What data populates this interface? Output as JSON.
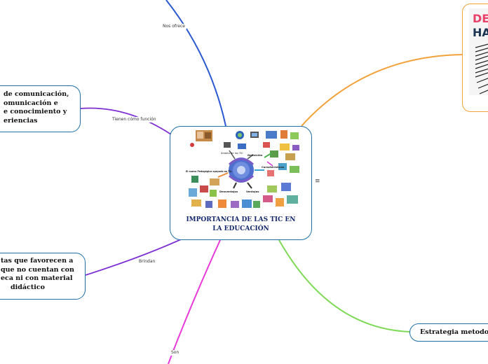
{
  "central": {
    "title_line1": "IMPORTANCIA DE LAS TIC EN",
    "title_line2": "LA EDUCACIÓN",
    "image_labels": {
      "ambito": "Ámbito de las TIC",
      "definicion": "Definición",
      "caracteristicas": "Características",
      "modelo": "El nuevo Pedagógico apoyado en Tic",
      "desventajas": "Desventajas",
      "ventajas": "Ventajas"
    }
  },
  "edges": {
    "nos_ofrece": "Nos ofrece",
    "tienen_como_funcion": "Tienen cómo función",
    "brindan": "Brindan",
    "son": "Son"
  },
  "nodes": {
    "funcion_lines": [
      "de comunicación,",
      "omunicación e",
      "e conocimiento y",
      "eriencias"
    ],
    "brindan_lines": [
      "tas que favorecen a",
      "que no cuentan con",
      "eca ni con material",
      "didáctico"
    ],
    "estrategia": "Estrategia metodo"
  },
  "poster": {
    "line1": "DES",
    "line2": "HA"
  },
  "menu_icon": "≡",
  "colors": {
    "blue": "#2b59d1",
    "purple": "#7d2fd4",
    "orange": "#f1a23a",
    "green": "#7ed957",
    "magenta": "#e83ad9",
    "node_border": "#1f6fa8",
    "title": "#14286b"
  }
}
